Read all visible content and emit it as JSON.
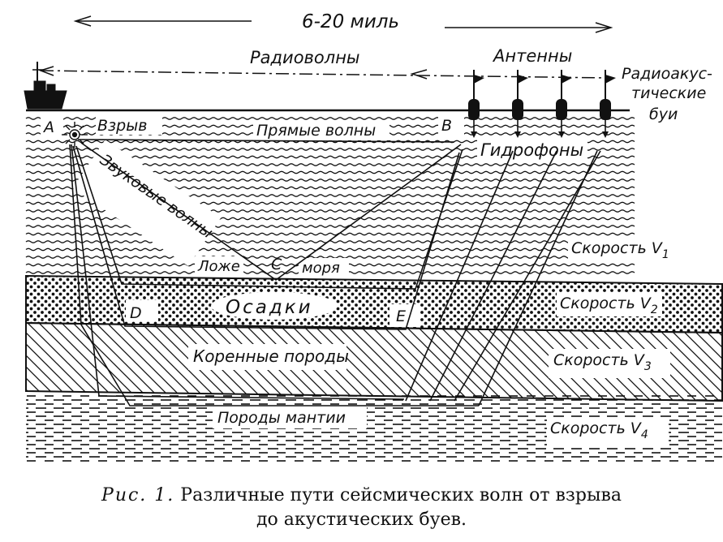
{
  "labels": {
    "distance": "6-20 миль",
    "radio_waves": "Радиоволны",
    "antennas": "Антенны",
    "buoys_line1": "Радиоакус-",
    "buoys_line2": "тические",
    "buoys_line3": "буи",
    "point_a": "A",
    "explosion": "Взрыв",
    "direct_waves": "Прямые волны",
    "point_b": "B",
    "hydrophones": "Гидрофоны",
    "sound_waves": "Звуковые волны",
    "seabed_word1": "Ложе",
    "point_c": "C",
    "seabed_word2": "моря",
    "sediments": "Осадки",
    "point_d": "D",
    "point_e": "E",
    "bedrock": "Коренные породы",
    "mantle": "Породы мантии",
    "speed_v1": "Скорость V",
    "speed_v1_sub": "1",
    "speed_v2": "Скорость V",
    "speed_v2_sub": "2",
    "speed_v3": "Скорость V",
    "speed_v3_sub": "3",
    "speed_v4": "Скорость V",
    "speed_v4_sub": "4"
  },
  "caption": {
    "lead": "Рис. 1.",
    "line1_rest": "Различные пути сейсмических волн от взрыва",
    "line2": "до акустических буев."
  }
}
